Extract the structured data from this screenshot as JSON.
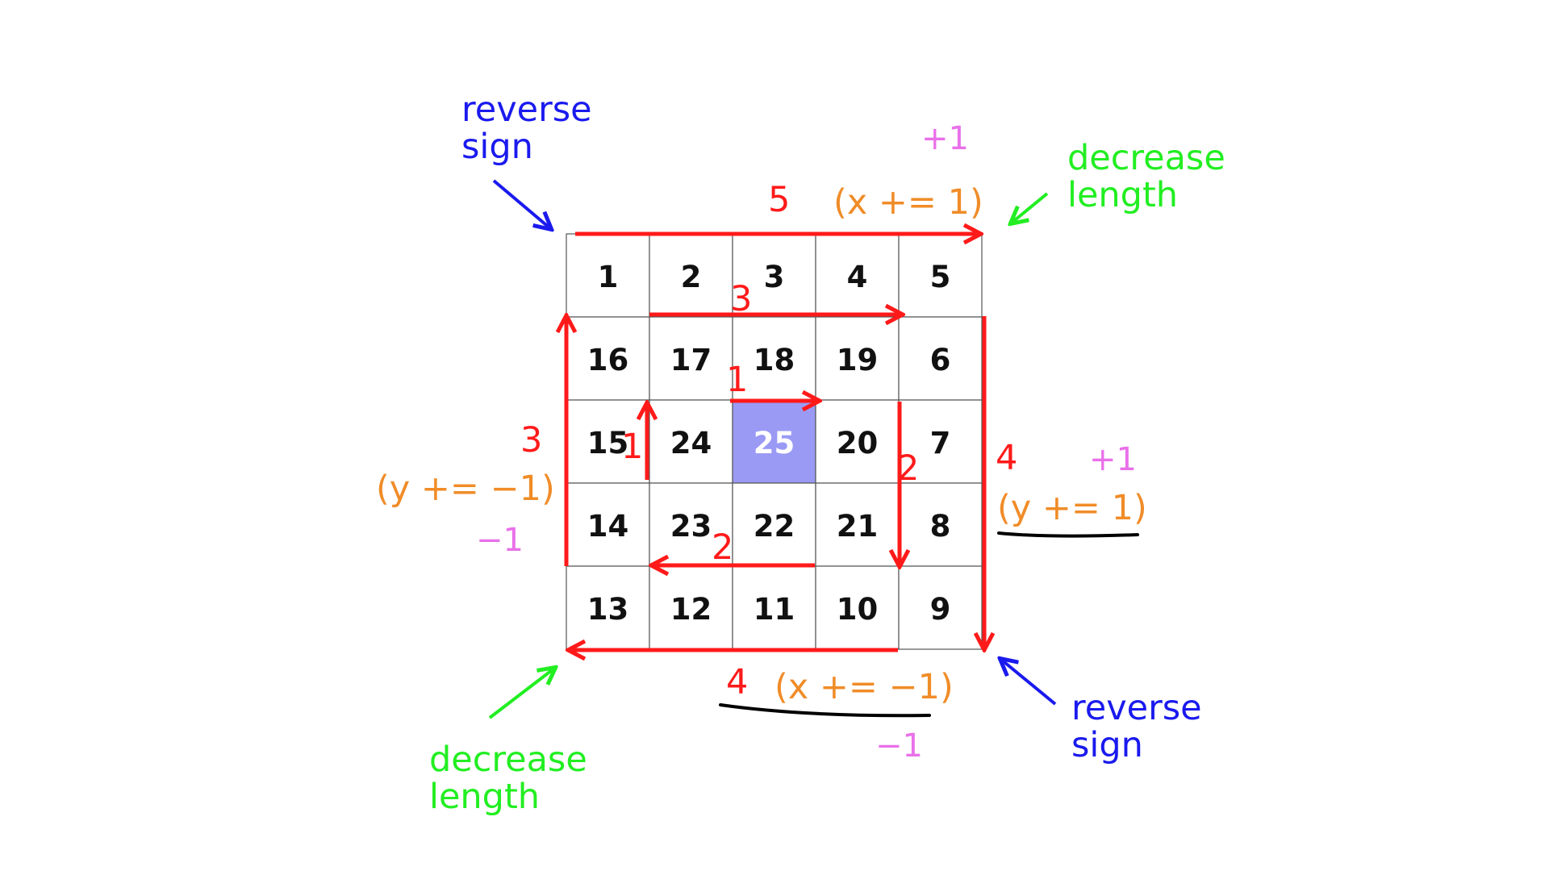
{
  "colors": {
    "grid_line": "#555555",
    "cell_fill": "#ffffff",
    "center_fill": "#9a9af5",
    "path": "#ff1a1a",
    "note_blue": "#1a1aee",
    "note_green": "#22ee22",
    "note_orange": "#f08c28",
    "note_magenta": "#e970e9",
    "underline": "#000000"
  },
  "grid": {
    "size": 5,
    "values": [
      [
        1,
        2,
        3,
        4,
        5
      ],
      [
        16,
        17,
        18,
        19,
        6
      ],
      [
        15,
        24,
        25,
        20,
        7
      ],
      [
        14,
        23,
        22,
        21,
        8
      ],
      [
        13,
        12,
        11,
        10,
        9
      ]
    ],
    "highlighted": 25
  },
  "segment_labels": {
    "top": "5",
    "right": "4",
    "bottom": "4",
    "left": "3",
    "inner_top": "3",
    "inner_right": "2",
    "inner_bottom": "2",
    "inner_left": "1",
    "center": "1"
  },
  "annotations": {
    "top_left_line1": "reverse",
    "top_left_line2": "sign",
    "top_right_line1": "decrease",
    "top_right_line2": "length",
    "bottom_right_line1": "reverse",
    "bottom_right_line2": "sign",
    "bottom_left_line1": "decrease",
    "bottom_left_line2": "length",
    "top_step": "(x += 1)",
    "right_step": "(y += 1)",
    "bottom_step": "(x += −1)",
    "left_step": "(y += −1)",
    "top_sign": "+1",
    "right_sign": "+1",
    "bottom_sign": "−1",
    "left_sign": "−1"
  }
}
